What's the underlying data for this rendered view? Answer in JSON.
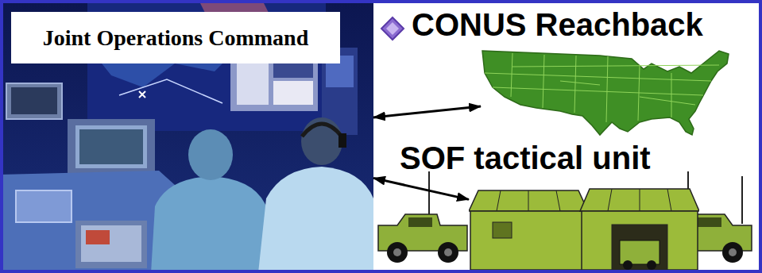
{
  "diagram": {
    "nodes": [
      {
        "text": [
          "Joint Operations Command"
        ]
      },
      {
        "text": [
          "CONUS Reachback"
        ]
      },
      {
        "text": [
          "SOF tactical unit"
        ]
      }
    ],
    "edges": [
      {
        "from": 0,
        "to": 1,
        "arrow": "both"
      },
      {
        "from": 0,
        "to": 2,
        "arrow": "both"
      }
    ]
  }
}
